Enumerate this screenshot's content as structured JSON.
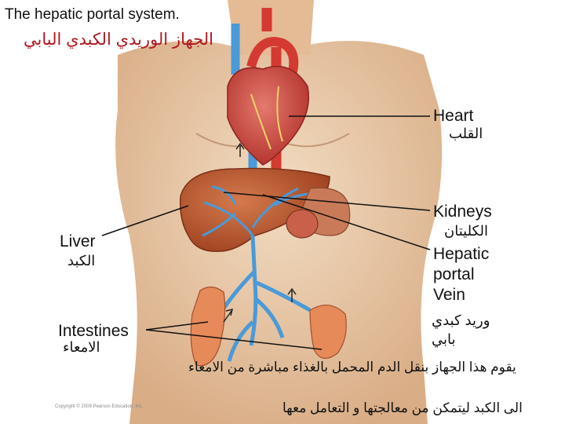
{
  "title": "The hepatic portal system.",
  "title_ar": "الجهاز الوريدي الكبدي البابي",
  "labels": {
    "heart": "Heart",
    "heart_ar": "القلب",
    "kidneys": "Kidneys",
    "kidneys_ar": "الكليتان",
    "liver": "Liver",
    "liver_ar": "الكبد",
    "hepatic_1": "Hepatic",
    "hepatic_2": "portal",
    "hepatic_3": "Vein",
    "hepatic_ar_1": "وريد كبدي",
    "hepatic_ar_2": "بابي",
    "intestines": "Intestines",
    "intestines_ar": "الامعاء"
  },
  "note_ar": {
    "line1": "يقوم هذا الجهاز بنقل الدم المحمل بالغذاء مباشرة من الامعاء",
    "line2": "الى الكبد ليتمكن من معالجتها و التعامل معها"
  },
  "copyright": "Copyright © 2009 Pearson Education, Inc.",
  "colors": {
    "skin": "#e9c9a6",
    "liver": "#b8552b",
    "heart": "#c8403a",
    "artery": "#d43a32",
    "vein": "#4a9ad8",
    "intestine": "#e78a5a",
    "title_ar": "#b0171f"
  }
}
